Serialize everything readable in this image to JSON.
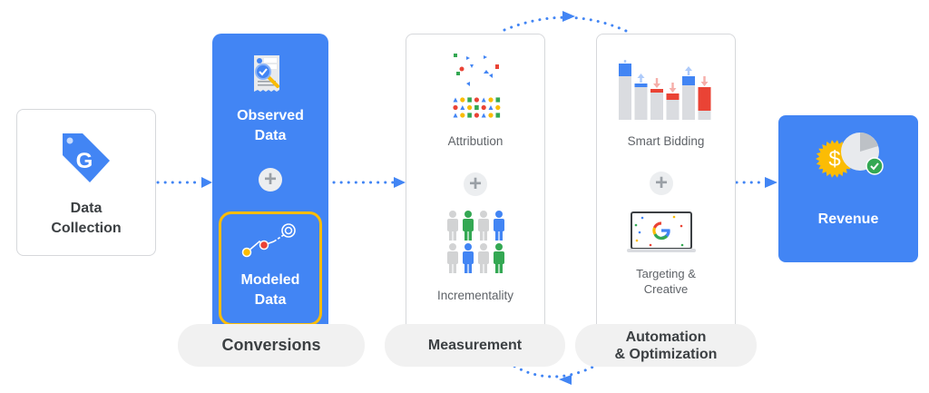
{
  "colors": {
    "blue": "#4285f4",
    "red": "#ea4335",
    "yellow": "#fbbc04",
    "green": "#34a853",
    "highlight_border": "#fbbc04",
    "pill_bg": "#f1f1f1"
  },
  "nodes": {
    "data_collection": {
      "label_line1": "Data",
      "label_line2": "Collection",
      "icon": "google-tag-icon"
    },
    "conversions": {
      "observed": {
        "label_line1": "Observed",
        "label_line2": "Data",
        "icon": "document-magnifier-icon"
      },
      "plus": "+",
      "modeled": {
        "label_line1": "Modeled",
        "label_line2": "Data",
        "icon": "modeled-path-icon"
      },
      "group_label": "Conversions"
    },
    "measurement": {
      "attribution": {
        "label": "Attribution",
        "icon": "attribution-shapes-icon"
      },
      "plus": "+",
      "incrementality": {
        "label": "Incrementality",
        "icon": "people-groups-icon"
      },
      "group_label": "Measurement"
    },
    "automation": {
      "smart_bidding": {
        "label": "Smart Bidding",
        "icon": "bid-bars-icon"
      },
      "plus": "+",
      "targeting": {
        "label_line1": "Targeting &",
        "label_line2": "Creative",
        "icon": "laptop-google-icon"
      },
      "group_label_line1": "Automation",
      "group_label_line2": "& Optimization"
    },
    "revenue": {
      "label": "Revenue",
      "icon": "revenue-badge-icon"
    }
  },
  "connectors": [
    {
      "from": "Data Collection",
      "to": "Conversions",
      "style": "dotted-arrow"
    },
    {
      "from": "Conversions",
      "to": "Measurement",
      "style": "dotted-arrow"
    },
    {
      "from": "Measurement",
      "to": "Automation & Optimization",
      "style": "dotted-arc-arrow-top"
    },
    {
      "from": "Automation & Optimization",
      "to": "Measurement",
      "style": "dotted-arc-arrow-bottom"
    },
    {
      "from": "Automation & Optimization",
      "to": "Revenue",
      "style": "dotted-arrow"
    }
  ]
}
